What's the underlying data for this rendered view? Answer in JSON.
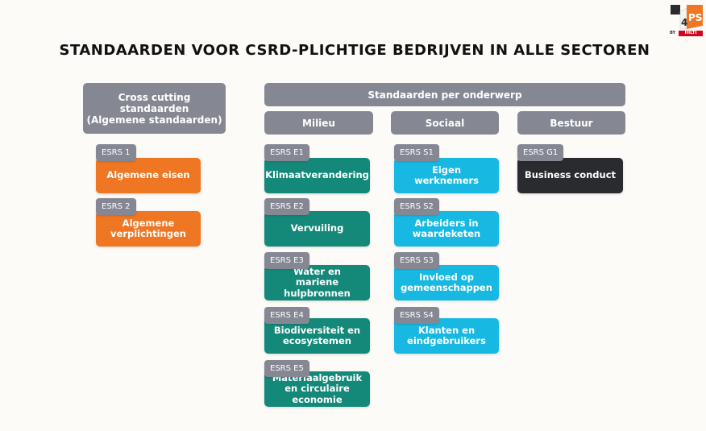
{
  "title": "STANDAARDEN VOOR CSRD-PLICHTIGE BEDRIJVEN IN ALLE SECTOREN",
  "logo": {
    "number": "4",
    "letters": "PS",
    "by": "BY",
    "brand": "HILTI"
  },
  "cross_cutting": {
    "header": "Cross cutting standaarden\n(Algemene standaarden)",
    "items": [
      {
        "code": "ESRS 1",
        "label": "Algemene eisen"
      },
      {
        "code": "ESRS 2",
        "label": "Algemene verplichtingen"
      }
    ]
  },
  "topics": {
    "header": "Standaarden per onderwerp",
    "milieu": {
      "header": "Milieu",
      "items": [
        {
          "code": "ESRS E1",
          "label": "Klimaatverandering"
        },
        {
          "code": "ESRS E2",
          "label": "Vervuiling"
        },
        {
          "code": "ESRS E3",
          "label": "Water en mariene hulpbronnen"
        },
        {
          "code": "ESRS E4",
          "label": "Biodiversiteit en ecosystemen"
        },
        {
          "code": "ESRS E5",
          "label": "Materiaalgebruik en circulaire economie"
        }
      ]
    },
    "sociaal": {
      "header": "Sociaal",
      "items": [
        {
          "code": "ESRS S1",
          "label": "Eigen werknemers"
        },
        {
          "code": "ESRS S2",
          "label": "Arbeiders in waardeketen"
        },
        {
          "code": "ESRS S3",
          "label": "Invloed op gemeenschappen"
        },
        {
          "code": "ESRS S4",
          "label": "Klanten en eindgebruikers"
        }
      ]
    },
    "bestuur": {
      "header": "Bestuur",
      "items": [
        {
          "code": "ESRS G1",
          "label": "Business conduct"
        }
      ]
    }
  },
  "colors": {
    "header_gray": "#858893",
    "cross_cutting": "#ef7622",
    "milieu": "#14897a",
    "sociaal": "#17b9e3",
    "bestuur": "#2a2b2f"
  }
}
